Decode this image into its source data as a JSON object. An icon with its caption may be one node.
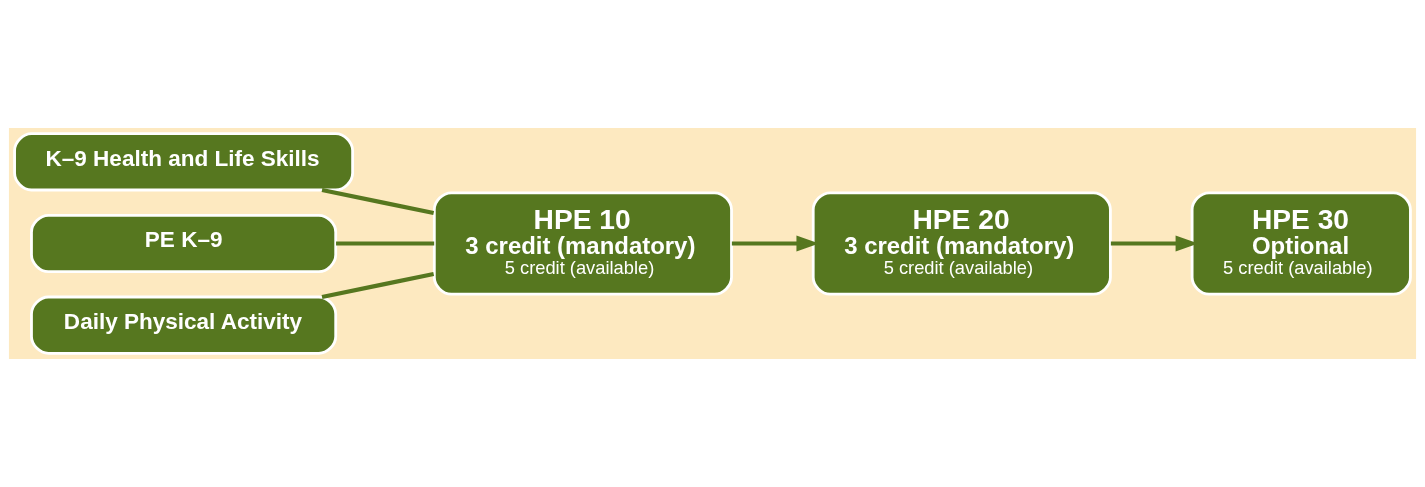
{
  "diagram": {
    "nodes": [
      {
        "text": [
          "K–9 Health and Life Skills"
        ]
      },
      {
        "text": [
          "PE K–9"
        ]
      },
      {
        "text": [
          "Daily Physical Activity"
        ]
      },
      {
        "text": [
          "HPE 10",
          "3 credit (mandatory)",
          "5 credit (available)"
        ]
      },
      {
        "text": [
          "HPE 20",
          "3 credit (mandatory)",
          "5 credit (available)"
        ]
      },
      {
        "text": [
          "HPE 30",
          "Optional",
          "5 credit (available)"
        ]
      }
    ],
    "edges": [
      {
        "from": 0,
        "to": 3,
        "arrow": "none"
      },
      {
        "from": 1,
        "to": 3,
        "arrow": "none"
      },
      {
        "from": 2,
        "to": 3,
        "arrow": "none"
      },
      {
        "from": 3,
        "to": 4,
        "arrow": "to"
      },
      {
        "from": 4,
        "to": 5,
        "arrow": "to"
      }
    ]
  }
}
